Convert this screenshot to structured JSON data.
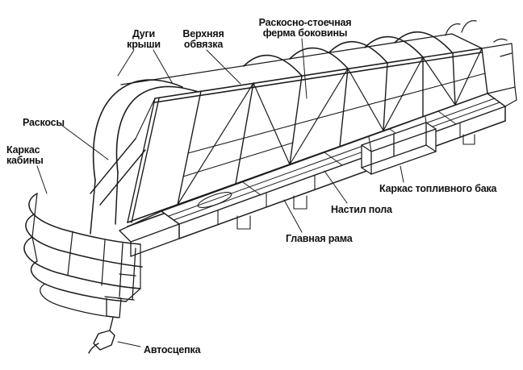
{
  "colors": {
    "line": "#1c1c1c",
    "background": "#ffffff",
    "label_text": "#111111"
  },
  "labels": {
    "roof_arches": {
      "line1": "Дуги",
      "line2": "крыши"
    },
    "upper_binding": {
      "line1": "Верхняя",
      "line2": "обвязка"
    },
    "side_truss": {
      "line1": "Раскосно-стоечная",
      "line2": "ферма боковины"
    },
    "braces": {
      "line1": "Раскосы"
    },
    "cabin_frame": {
      "line1": "Каркас",
      "line2": "кабины"
    },
    "fuel_tank_frame": {
      "line1": "Каркас топливного бака"
    },
    "floor_decking": {
      "line1": "Настил пола"
    },
    "main_frame": {
      "line1": "Главная рама"
    },
    "coupler": {
      "line1": "Автосцепка"
    }
  }
}
